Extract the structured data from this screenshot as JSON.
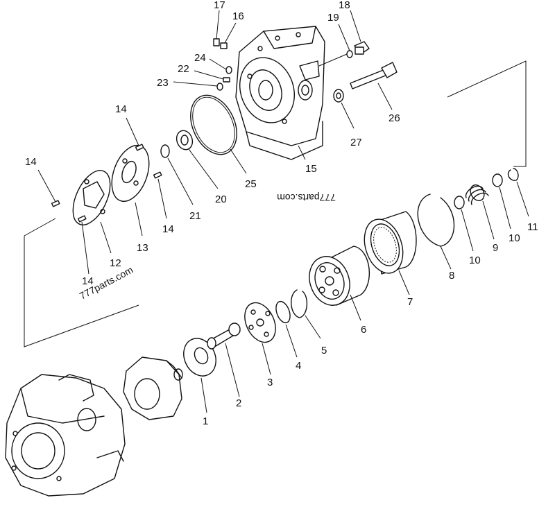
{
  "watermarks": [
    "777parts.com",
    "777parts.com"
  ],
  "callouts": [
    {
      "id": "1",
      "text": "1"
    },
    {
      "id": "2",
      "text": "2"
    },
    {
      "id": "3",
      "text": "3"
    },
    {
      "id": "4",
      "text": "4"
    },
    {
      "id": "5",
      "text": "5"
    },
    {
      "id": "6",
      "text": "6"
    },
    {
      "id": "7",
      "text": "7"
    },
    {
      "id": "8",
      "text": "8"
    },
    {
      "id": "9",
      "text": "9"
    },
    {
      "id": "10a",
      "text": "10"
    },
    {
      "id": "10b",
      "text": "10"
    },
    {
      "id": "11",
      "text": "11"
    },
    {
      "id": "12",
      "text": "12"
    },
    {
      "id": "13",
      "text": "13"
    },
    {
      "id": "14a",
      "text": "14"
    },
    {
      "id": "14b",
      "text": "14"
    },
    {
      "id": "14c",
      "text": "14"
    },
    {
      "id": "14d",
      "text": "14"
    },
    {
      "id": "15",
      "text": "15"
    },
    {
      "id": "16",
      "text": "16"
    },
    {
      "id": "17",
      "text": "17"
    },
    {
      "id": "18",
      "text": "18"
    },
    {
      "id": "19",
      "text": "19"
    },
    {
      "id": "20",
      "text": "20"
    },
    {
      "id": "21",
      "text": "21"
    },
    {
      "id": "22",
      "text": "22"
    },
    {
      "id": "23",
      "text": "23"
    },
    {
      "id": "24",
      "text": "24"
    },
    {
      "id": "25",
      "text": "25"
    },
    {
      "id": "26",
      "text": "26"
    },
    {
      "id": "27",
      "text": "27"
    }
  ]
}
